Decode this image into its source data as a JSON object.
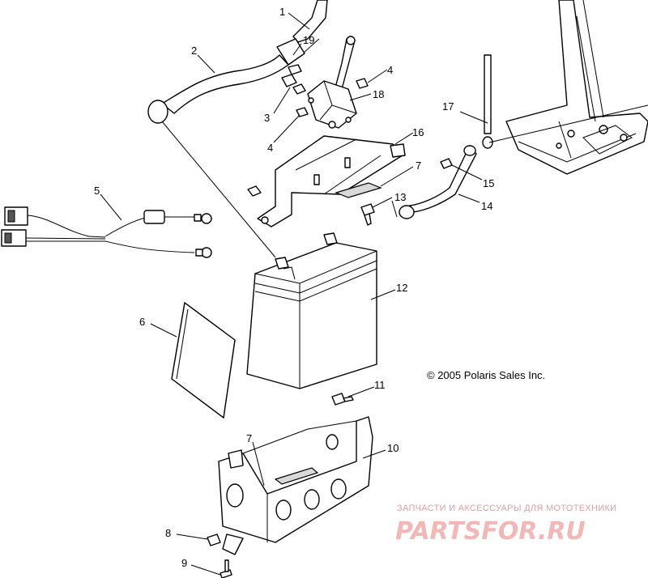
{
  "diagram": {
    "callouts": [
      {
        "id": "c1",
        "text": "1"
      },
      {
        "id": "c2",
        "text": "2"
      },
      {
        "id": "c19",
        "text": "19"
      },
      {
        "id": "c4a",
        "text": "4"
      },
      {
        "id": "c18",
        "text": "18"
      },
      {
        "id": "c3",
        "text": "3"
      },
      {
        "id": "c4b",
        "text": "4"
      },
      {
        "id": "c17",
        "text": "17"
      },
      {
        "id": "c16",
        "text": "16"
      },
      {
        "id": "c7a",
        "text": "7"
      },
      {
        "id": "c15",
        "text": "15"
      },
      {
        "id": "c13",
        "text": "13"
      },
      {
        "id": "c14",
        "text": "14"
      },
      {
        "id": "c5",
        "text": "5"
      },
      {
        "id": "c12",
        "text": "12"
      },
      {
        "id": "c6",
        "text": "6"
      },
      {
        "id": "c11",
        "text": "11"
      },
      {
        "id": "c7b",
        "text": "7"
      },
      {
        "id": "c10",
        "text": "10"
      },
      {
        "id": "c8",
        "text": "8"
      },
      {
        "id": "c9",
        "text": "9"
      }
    ],
    "copyright": "© 2005 Polaris Sales Inc."
  },
  "watermark": {
    "tagline": "ЗАПЧАСТИ И АКСЕССУАРЫ ДЛЯ МОТОТЕХНИКИ",
    "logo": "PARTSFOR.RU",
    "color": "#f2b8b8"
  }
}
